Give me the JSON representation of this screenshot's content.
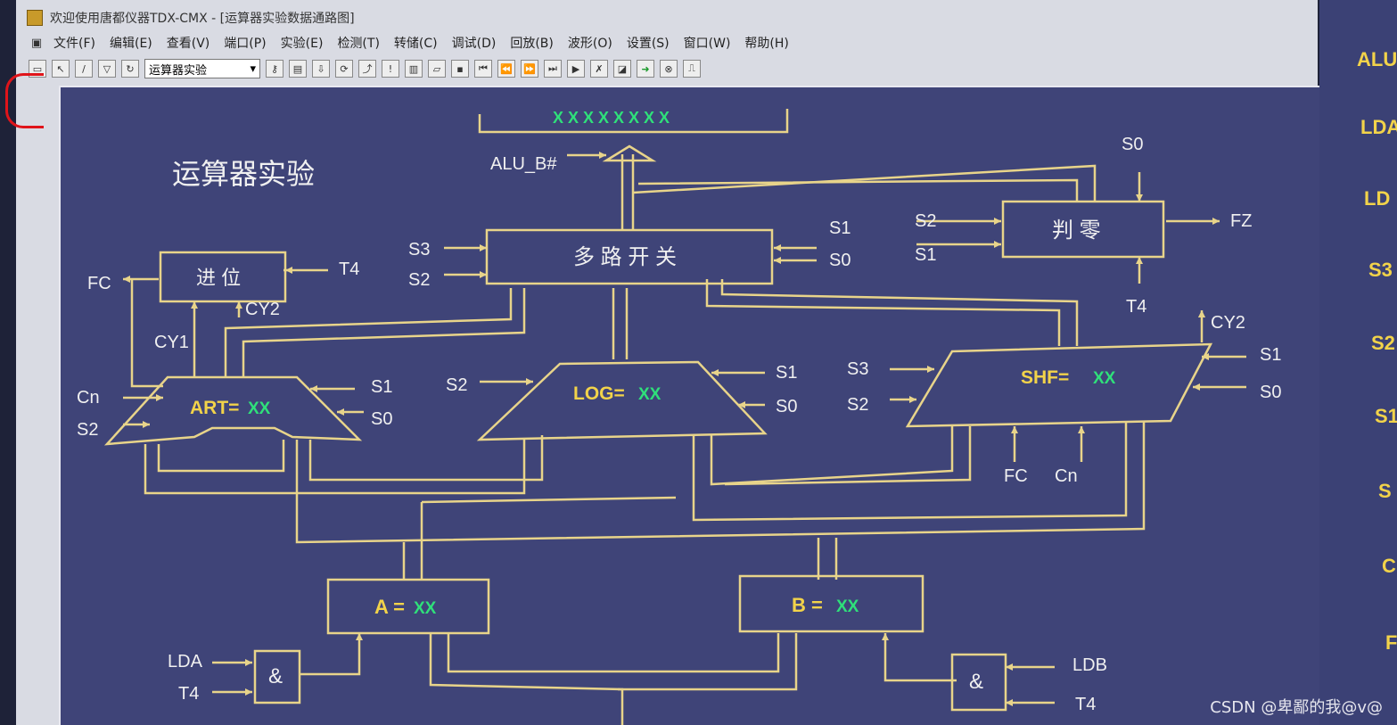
{
  "window": {
    "title": "欢迎使用唐都仪器TDX-CMX - [运算器实验数据通路图]",
    "menus": [
      "文件(F)",
      "编辑(E)",
      "查看(V)",
      "端口(P)",
      "实验(E)",
      "检测(T)",
      "转储(C)",
      "调试(D)",
      "回放(B)",
      "波形(O)",
      "设置(S)",
      "窗口(W)",
      "帮助(H)"
    ],
    "experiment_select": "运算器实验"
  },
  "diagram": {
    "title": "运算器实验",
    "bus_value": "X X X X X X X X",
    "alu_b": "ALU_B#",
    "mux": "多 路 开 关",
    "zero": "判 零",
    "carry": "进 位",
    "art": {
      "label": "ART=",
      "value": "XX"
    },
    "log": {
      "label": "LOG=",
      "value": "XX"
    },
    "shf": {
      "label": "SHF=",
      "value": "XX"
    },
    "reg_a": {
      "label": "A =",
      "value": "XX"
    },
    "reg_b": {
      "label": "B =",
      "value": "XX"
    },
    "and_sym": "&",
    "signals": {
      "s0": "S0",
      "s1": "S1",
      "s2": "S2",
      "s3": "S3",
      "t4": "T4",
      "fc": "FC",
      "fz": "FZ",
      "cn": "Cn",
      "cy1": "CY1",
      "cy2": "CY2",
      "lda": "LDA",
      "ldb": "LDB"
    }
  },
  "right_panel": {
    "labels": [
      "ALU",
      "LDA",
      "LD",
      "S3",
      "S2",
      "S1",
      "S",
      "C",
      "F"
    ]
  },
  "watermark": "CSDN @卑鄙的我@v@",
  "colors": {
    "panel": "#3f4478",
    "wire": "#e8d48a",
    "label": "#f2d34a",
    "value": "#2fe07a",
    "text": "#f0f0f0"
  }
}
